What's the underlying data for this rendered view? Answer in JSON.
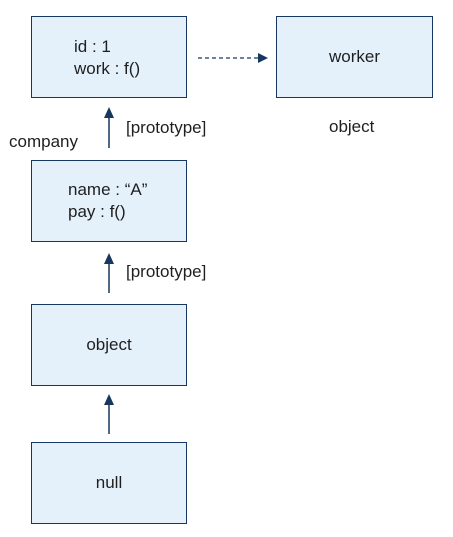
{
  "boxes": {
    "company": {
      "lines": [
        "id : 1",
        "work : f()"
      ]
    },
    "worker": {
      "text": "worker"
    },
    "proto": {
      "lines": [
        "name : “A”",
        "pay : f()"
      ]
    },
    "object": {
      "text": "object"
    },
    "null": {
      "text": "null"
    }
  },
  "labels": {
    "company": "company",
    "worker_type": "object",
    "link1": "[prototype]",
    "link2": "[prototype]"
  },
  "colors": {
    "box_fill": "#e4f1fb",
    "box_border": "#17375e",
    "arrow": "#17375e",
    "text": "#1f1f1f"
  }
}
